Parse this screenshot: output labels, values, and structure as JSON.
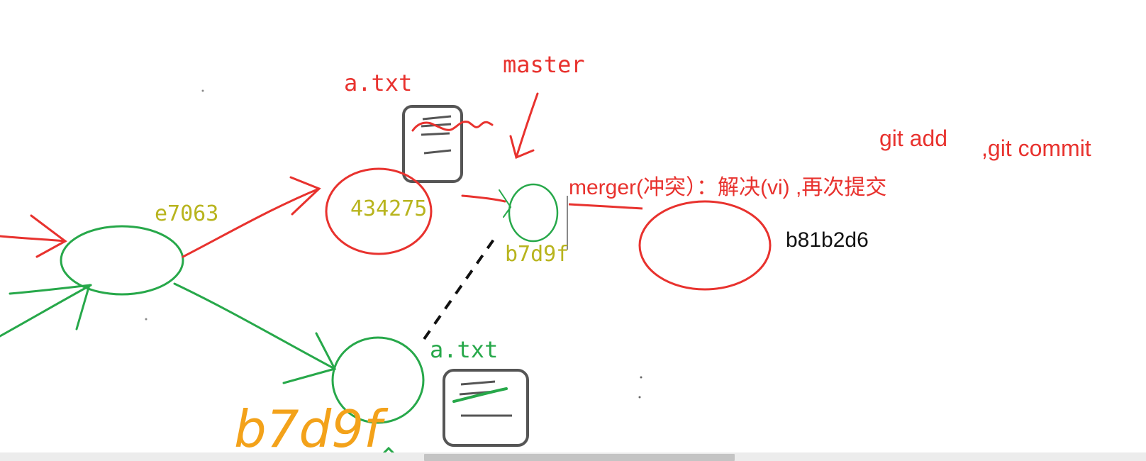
{
  "colors": {
    "red": "#e8322e",
    "green": "#27a84a",
    "olive": "#b8b41e",
    "orange": "#f3a21a",
    "black": "#111111",
    "gray": "#555555"
  },
  "labels": {
    "file_top": "a.txt",
    "master": "master",
    "commit_e7063": "e7063",
    "commit_434275": "434275",
    "commit_b7d9f": "b7d9f",
    "merge_note": "merger(冲突）：解决(vi) ,再次提交",
    "git_add": "git add",
    "git_commit": ",git commit",
    "commit_b81b2d6": "b81b2d6",
    "file_bottom": "a.txt",
    "handwritten_b7d9f": "b7d9f"
  },
  "icons": {
    "file_top": "document-icon",
    "file_bottom": "document-icon"
  }
}
